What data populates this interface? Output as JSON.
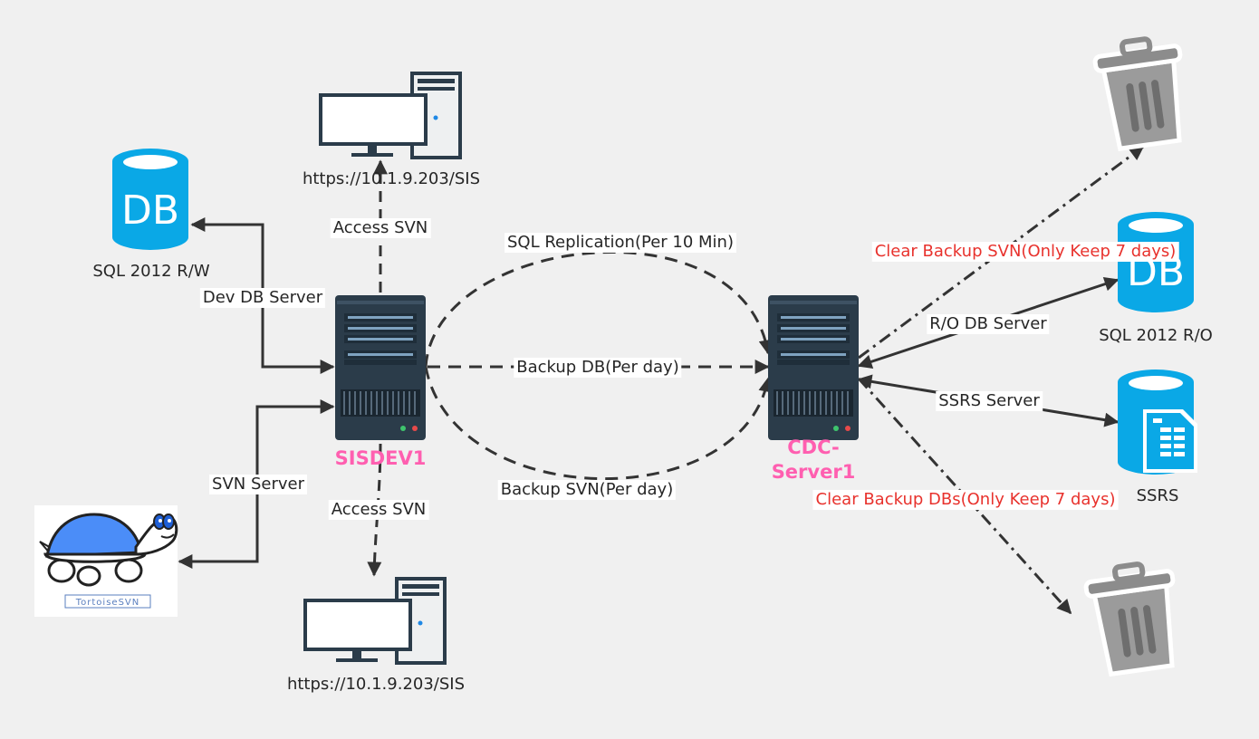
{
  "labels": {
    "url_top": "https://10.1.9.203/SIS",
    "url_bottom": "https://10.1.9.203/SIS",
    "access_svn_top": "Access SVN",
    "access_svn_bottom": "Access SVN",
    "sql_rw": "SQL 2012 R/W",
    "dev_db_server": "Dev DB Server",
    "svn_server": "SVN Server",
    "sisdev1": "SISDEV1",
    "cdc_server_line1": "CDC-",
    "cdc_server_line2": "Server1",
    "sql_replication": "SQL Replication(Per 10 Min)",
    "backup_db": "Backup DB(Per day)",
    "backup_svn": "Backup SVN(Per day)",
    "clear_backup_svn": "Clear Backup SVN(Only Keep 7 days)",
    "clear_backup_dbs": "Clear Backup DBs(Only Keep 7 days)",
    "ro_db_server": "R/O DB Server",
    "sql_ro": "SQL 2012 R/O",
    "ssrs_server": "SSRS Server",
    "ssrs": "SSRS"
  },
  "icons": {
    "db_rw": "DB",
    "db_ro": "DB",
    "tortoise_logo": "TortoiseSVN"
  },
  "colors": {
    "background": "#f0f0f0",
    "server_body": "#2b3c4a",
    "db_blue": "#0aa8e6",
    "sisdev_label": "#ff5fb0",
    "clear_label": "#e8322d",
    "arrow": "#333333"
  }
}
